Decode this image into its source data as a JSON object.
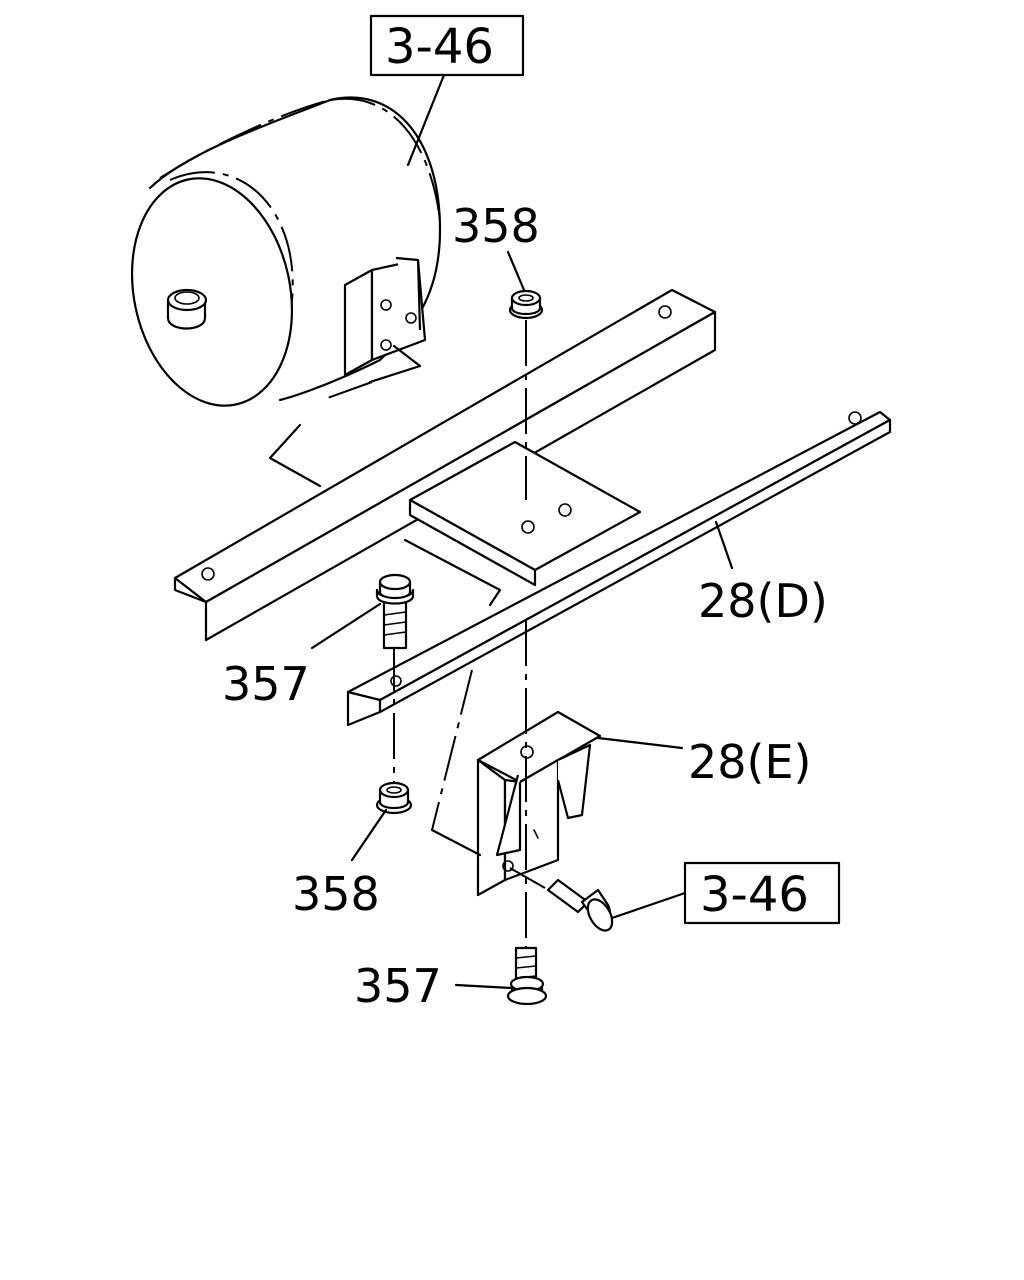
{
  "callouts": {
    "ref_top": "3-46",
    "ref_bottom": "3-46",
    "nut_top": "358",
    "nut_bottom": "358",
    "bolt_left": "357",
    "bolt_bottom": "357",
    "bracket_d": "28(D)",
    "bracket_e": "28(E)"
  }
}
